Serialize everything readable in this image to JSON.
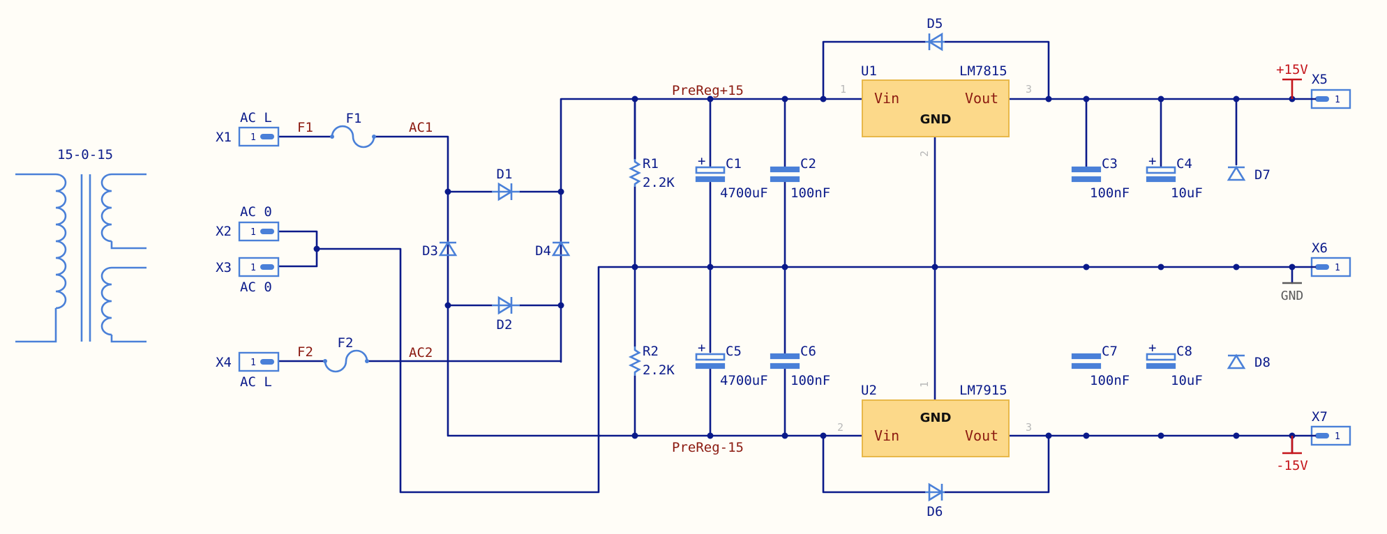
{
  "transformer": {
    "ref": "15-0-15"
  },
  "connectors": {
    "x1": {
      "ref": "X1",
      "value": "AC L",
      "pin": "1"
    },
    "x2": {
      "ref": "X2",
      "value": "AC 0",
      "pin": "1"
    },
    "x3": {
      "ref": "X3",
      "value": "AC 0",
      "pin": "1"
    },
    "x4": {
      "ref": "X4",
      "value": "AC L",
      "pin": "1"
    },
    "x5": {
      "ref": "X5",
      "pin": "1"
    },
    "x6": {
      "ref": "X6",
      "pin": "1"
    },
    "x7": {
      "ref": "X7",
      "pin": "1"
    }
  },
  "fuses": {
    "f1": {
      "ref": "F1"
    },
    "f2": {
      "ref": "F2"
    }
  },
  "nets": {
    "f1": "F1",
    "f2": "F2",
    "ac1": "AC1",
    "ac2": "AC2",
    "prereg_pos": "PreReg+15",
    "prereg_neg": "PreReg-15"
  },
  "diodes": {
    "d1": "D1",
    "d2": "D2",
    "d3": "D3",
    "d4": "D4",
    "d5": "D5",
    "d6": "D6",
    "d7": "D7",
    "d8": "D8"
  },
  "resistors": {
    "r1": {
      "ref": "R1",
      "value": "2.2K"
    },
    "r2": {
      "ref": "R2",
      "value": "2.2K"
    }
  },
  "capacitors": {
    "c1": {
      "ref": "C1",
      "value": "4700uF"
    },
    "c2": {
      "ref": "C2",
      "value": "100nF"
    },
    "c3": {
      "ref": "C3",
      "value": "100nF"
    },
    "c4": {
      "ref": "C4",
      "value": "10uF"
    },
    "c5": {
      "ref": "C5",
      "value": "4700uF"
    },
    "c6": {
      "ref": "C6",
      "value": "100nF"
    },
    "c7": {
      "ref": "C7",
      "value": "100nF"
    },
    "c8": {
      "ref": "C8",
      "value": "10uF"
    }
  },
  "regulators": {
    "u1": {
      "ref": "U1",
      "part": "LM7815",
      "vin": "Vin",
      "vout": "Vout",
      "gnd": "GND",
      "pin_in": "1",
      "pin_gnd": "2",
      "pin_out": "3"
    },
    "u2": {
      "ref": "U2",
      "part": "LM7915",
      "vin": "Vin",
      "vout": "Vout",
      "gnd": "GND",
      "pin_in": "2",
      "pin_gnd": "1",
      "pin_out": "3"
    }
  },
  "power": {
    "pos": "+15V",
    "neg": "-15V",
    "gnd": "GND"
  },
  "colors": {
    "wire": "#0a1a8a",
    "component": "#4a80d8",
    "net_label": "#8b1a10",
    "power": "#c4141a",
    "ic_body": "#fcd98a",
    "background": "#fffdf7"
  }
}
